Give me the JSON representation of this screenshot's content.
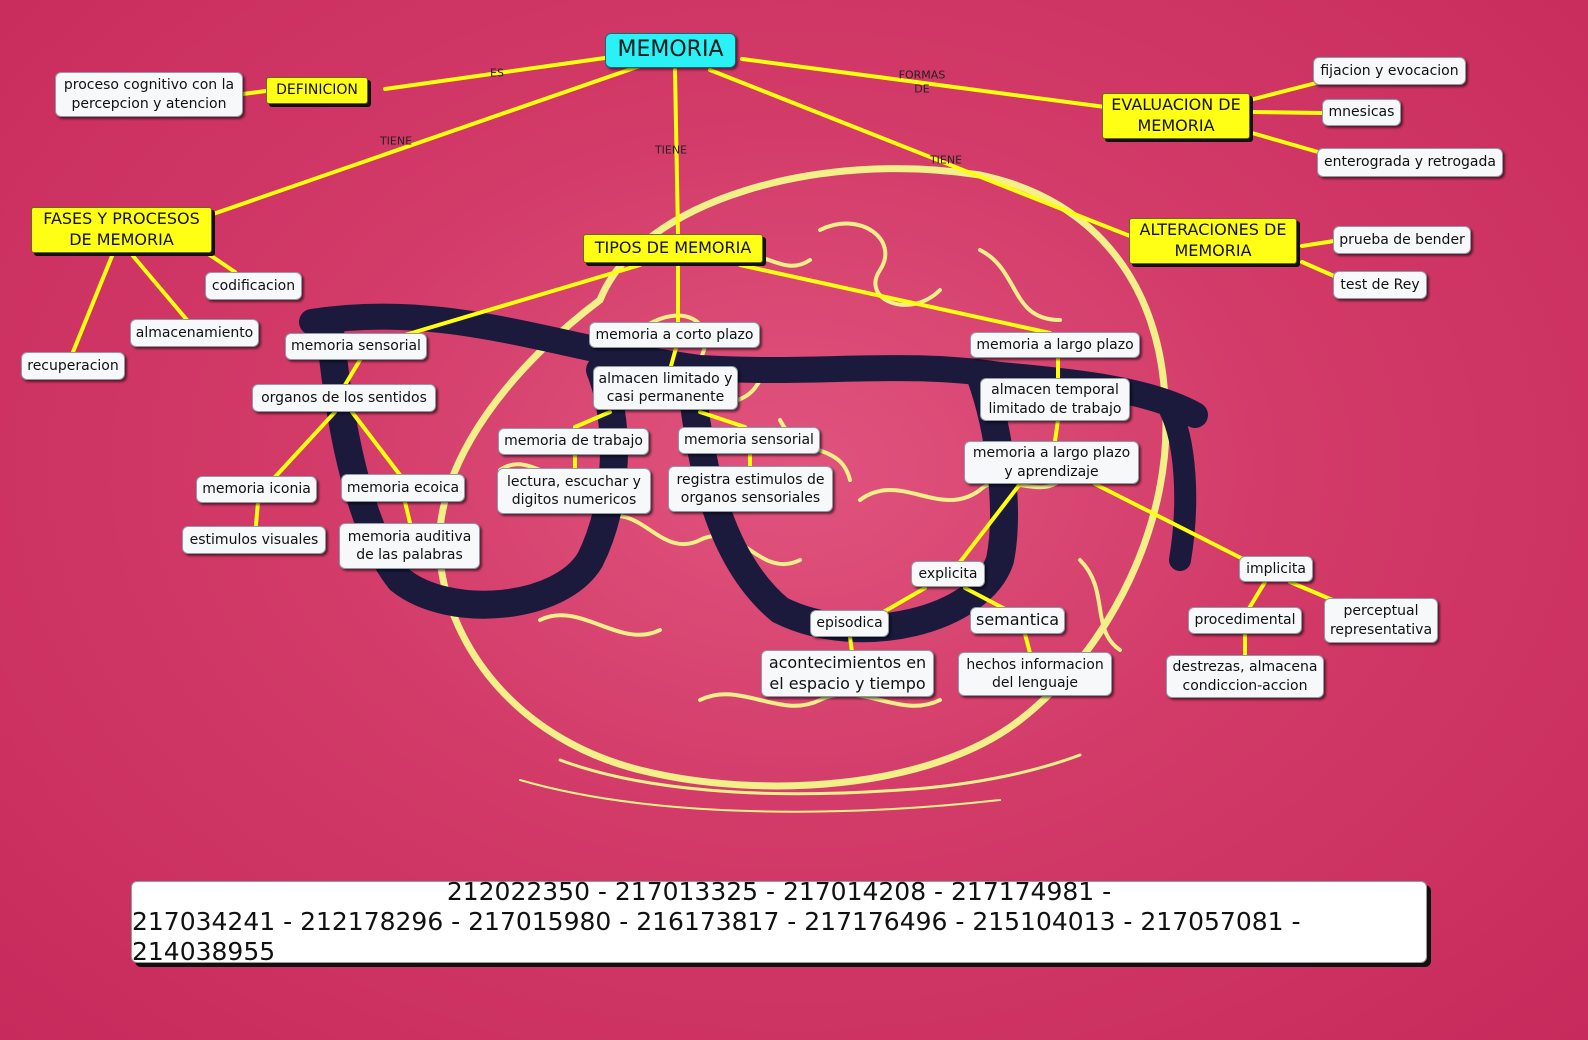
{
  "root": "MEMORIA",
  "nodes": {
    "definicion": "DEFINICION",
    "definicion_text": "proceso cognitivo con la percepcion y atencion",
    "evaluacion": "EVALUACION DE MEMORIA",
    "fijacion": "fijacion y evocacion",
    "mnesicas": "mnesicas",
    "enterograda": "enterograda y retrogada",
    "fases": "FASES Y PROCESOS DE MEMORIA",
    "codificacion": "codificacion",
    "almacenamiento": "almacenamiento",
    "recuperacion": "recuperacion",
    "tipos": "TIPOS DE MEMORIA",
    "alteraciones": "ALTERACIONES DE MEMORIA",
    "bender": "prueba de bender",
    "rey": "test de Rey",
    "sensorial": "memoria sensorial",
    "organos": "organos de los sentidos",
    "iconia": "memoria iconia",
    "ecoica": "memoria ecoica",
    "visuales": "estimulos visuales",
    "auditiva": "memoria auditiva de las palabras",
    "corto": "memoria a corto plazo",
    "almacen_limitado": "almacen limitado y casi permanente",
    "trabajo": "memoria de trabajo",
    "sensorial2": "memoria sensorial",
    "lectura": "lectura, escuchar y digitos numericos",
    "registra": "registra estimulos de organos sensoriales",
    "largo": "memoria a largo plazo",
    "almacen_temporal": "almacen temporal limitado de trabajo",
    "largo_aprendizaje": "memoria a largo plazo y aprendizaje",
    "explicita": "explicita",
    "implicita": "implicita",
    "episodica": "episodica",
    "semantica": "semantica",
    "acontecimientos": "acontecimientos en el espacio y tiempo",
    "hechos": "hechos informacion del lenguaje",
    "procedimental": "procedimental",
    "perceptual": "perceptual representativa",
    "destrezas": "destrezas, almacena condiccion-accion"
  },
  "link_labels": {
    "es": "ES",
    "formas_de": "FORMAS DE",
    "tiene_left": "TIENE",
    "tiene_center": "TIENE",
    "tiene_right": "TIENE"
  },
  "ids_line1": "212022350 - 217013325 - 217014208 - 217174981 -",
  "ids_line2": "217034241 - 212178296 - 217015980 - 216173817 - 217176496 - 215104013 - 217057081 - 214038955",
  "colors": {
    "background": "#d23a68",
    "link": "#ffff10",
    "root_fill": "#29f1f6",
    "main_fill": "#ffff16",
    "leaf_fill": "#f6f8fa",
    "brain": "#f3f08a",
    "glasses": "#1b1a3c"
  }
}
